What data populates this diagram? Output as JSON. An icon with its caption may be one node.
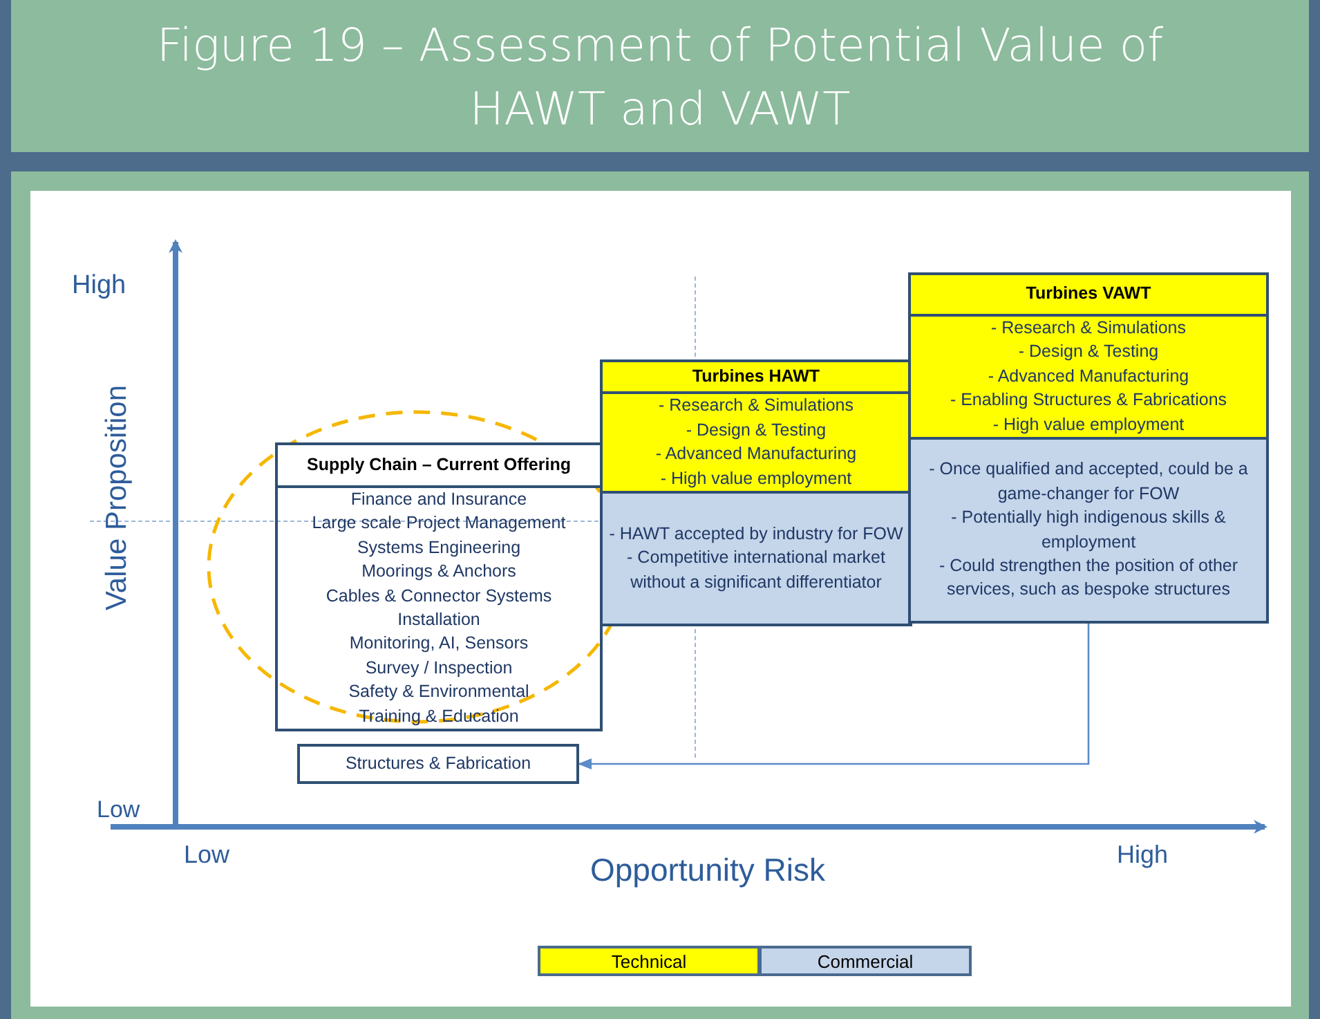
{
  "diagram": {
    "title": "Figure 19 – Assessment of Potential Value of HAWT and VAWT",
    "nodes": [
      {
        "text": [
          "Supply Chain – Current Offering",
          "Finance and Insurance",
          "Large scale Project Management",
          "Systems Engineering",
          "Moorings & Anchors",
          "Cables & Connector Systems",
          "Installation",
          "Monitoring, AI, Sensors",
          "Survey / Inspection",
          "Safety & Environmental",
          "Training & Education"
        ]
      },
      {
        "text": [
          "Structures & Fabrication"
        ]
      },
      {
        "text": [
          "Turbines HAWT",
          "- Research & Simulations",
          "- Design & Testing",
          "- Advanced Manufacturing",
          "- High value employment"
        ]
      },
      {
        "text": [
          "- HAWT accepted by industry for FOW",
          "- Competitive international market without a significant differentiator"
        ]
      },
      {
        "text": [
          "Turbines VAWT",
          "- Research & Simulations",
          "- Design & Testing",
          "- Advanced Manufacturing",
          "- Enabling Structures & Fabrications",
          "- High value employment"
        ]
      },
      {
        "text": [
          "- Once qualified and accepted, could be a game-changer for FOW",
          "- Potentially high indigenous skills & employment",
          "- Could strengthen the position of other services, such as bespoke structures"
        ]
      }
    ],
    "edges": [
      {
        "from": 5,
        "to": 1,
        "arrow": "to"
      }
    ],
    "labels": [
      "High",
      "Value Proposition",
      "Low",
      "Low",
      "Opportunity Risk",
      "High"
    ],
    "legend": [
      {
        "text": "Technical",
        "color": "#ffff00"
      },
      {
        "text": "Commercial",
        "color": "#c5d5ea"
      }
    ]
  }
}
